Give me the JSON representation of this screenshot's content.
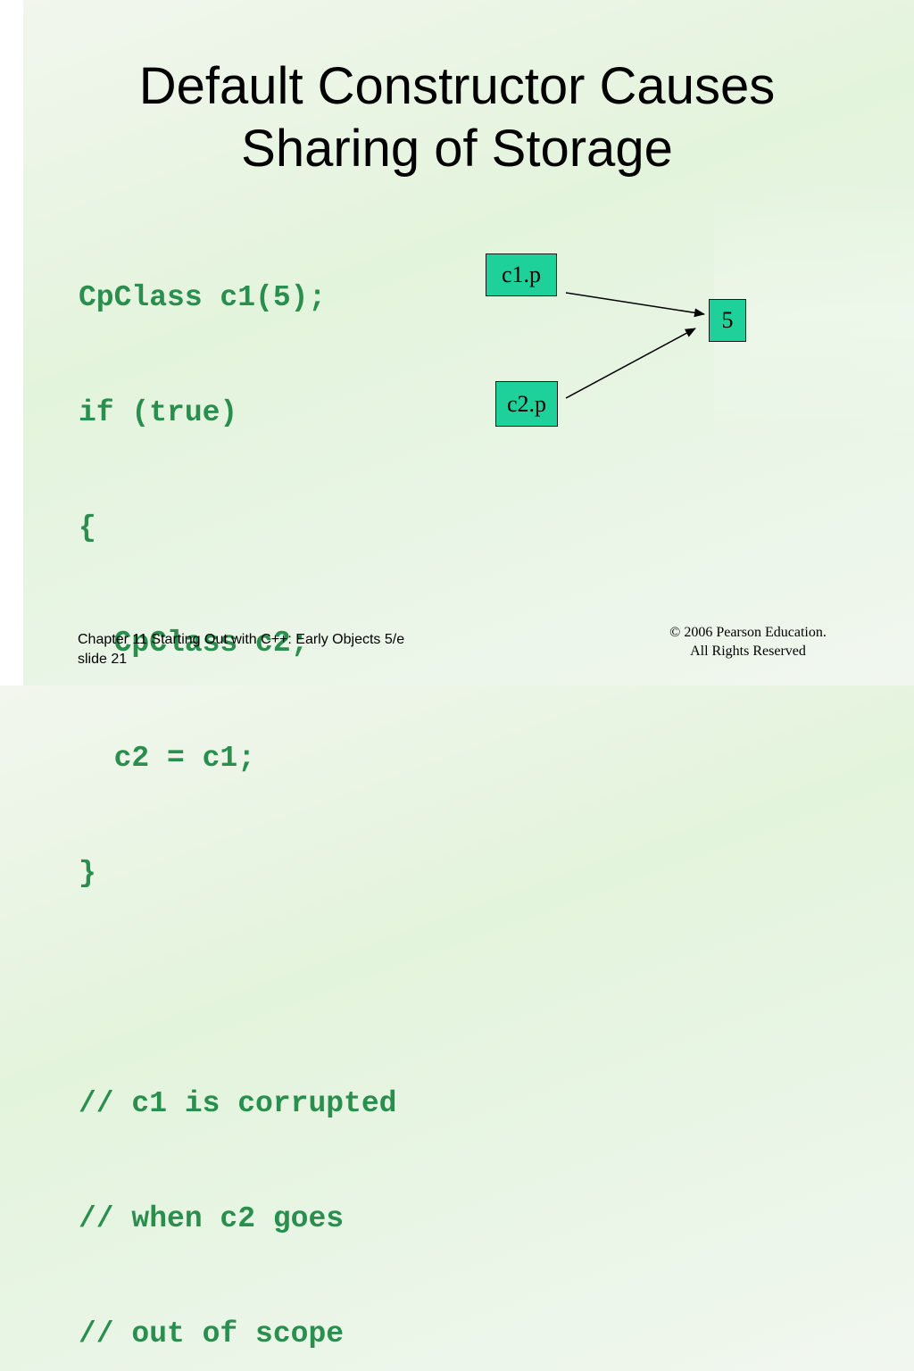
{
  "title": {
    "line1": "Default Constructor Causes",
    "line2": "Sharing of Storage"
  },
  "code_lines": [
    "CpClass c1(5);",
    "if (true)",
    "{",
    "  CpClass c2;",
    "  c2 = c1;",
    "}",
    "",
    "// c1 is corrupted",
    "// when c2 goes",
    "// out of scope"
  ],
  "diagram": {
    "c1_label": "c1.p",
    "c2_label": "c2.p",
    "value_label": "5",
    "box_color": "#1ed19a"
  },
  "footer": {
    "left_line1": "Chapter 11 Starting Out with C++: Early Objects 5/e",
    "left_line2": "slide 21",
    "right_line1": "© 2006 Pearson Education.",
    "right_line2": "All Rights Reserved"
  },
  "colors": {
    "code_text": "#2a8f4e",
    "title_text": "#000000"
  }
}
